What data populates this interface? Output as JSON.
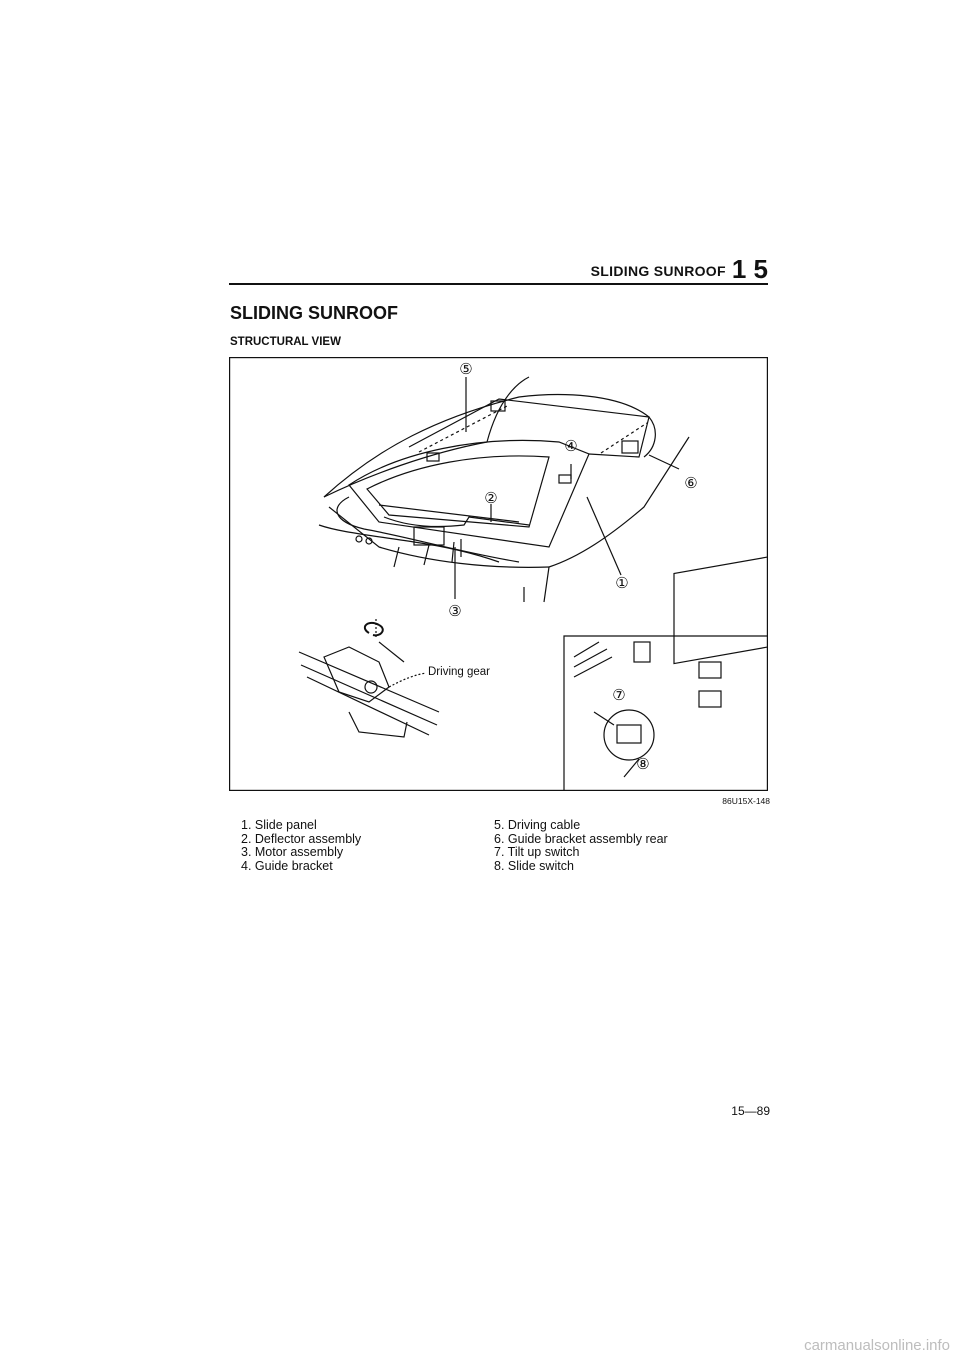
{
  "header": {
    "running_title": "SLIDING SUNROOF",
    "chapter_number": "1 5"
  },
  "section_title": "SLIDING SUNROOF",
  "subsection_title": "STRUCTURAL VIEW",
  "figure": {
    "callouts": [
      "⑤",
      "④",
      "⑥",
      "②",
      "①",
      "③",
      "⑦",
      "⑧"
    ],
    "driving_gear_label": "Driving gear",
    "code": "86U15X-148"
  },
  "legend": {
    "left": [
      "1. Slide panel",
      "2. Deflector assembly",
      "3. Motor assembly",
      "4. Guide bracket"
    ],
    "right": [
      "5. Driving cable",
      "6. Guide bracket assembly rear",
      "7. Tilt up switch",
      "8. Slide switch"
    ]
  },
  "page_number": "15—89",
  "watermark": "carmanualsonline.info"
}
